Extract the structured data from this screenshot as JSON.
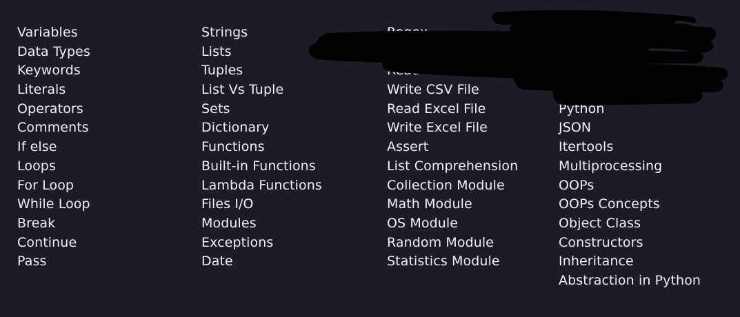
{
  "columns": [
    {
      "items": [
        "Variables",
        "Data Types",
        "Keywords",
        "Literals",
        "Operators",
        "Comments",
        "If else",
        "Loops",
        "For Loop",
        "While Loop",
        "Break",
        "Continue",
        "Pass"
      ]
    },
    {
      "items": [
        "Strings",
        "Lists",
        "Tuples",
        "List Vs Tuple",
        "Sets",
        "Dictionary",
        "Functions",
        "Built-in Functions",
        "Lambda Functions",
        "Files I/O",
        "Modules",
        "Exceptions",
        "Date"
      ]
    },
    {
      "items": [
        "Regex",
        "",
        "Read CSV File",
        "Write CSV File",
        "Read Excel File",
        "Write Excel File",
        "Assert",
        "List Comprehension",
        "Collection Module",
        "Math Module",
        "OS Module",
        "Random Module",
        "Statistics Module"
      ]
    },
    {
      "items": [
        "",
        "",
        "",
        "",
        "Python",
        "JSON",
        "Itertools",
        "Multiprocessing",
        "OOPs",
        "OOPs Concepts",
        "Object Class",
        "Constructors",
        "Inheritance",
        "Abstraction in Python"
      ]
    }
  ],
  "colors": {
    "background": "#1c1c28",
    "text": "#f2f2f2",
    "redaction": "#000000"
  }
}
